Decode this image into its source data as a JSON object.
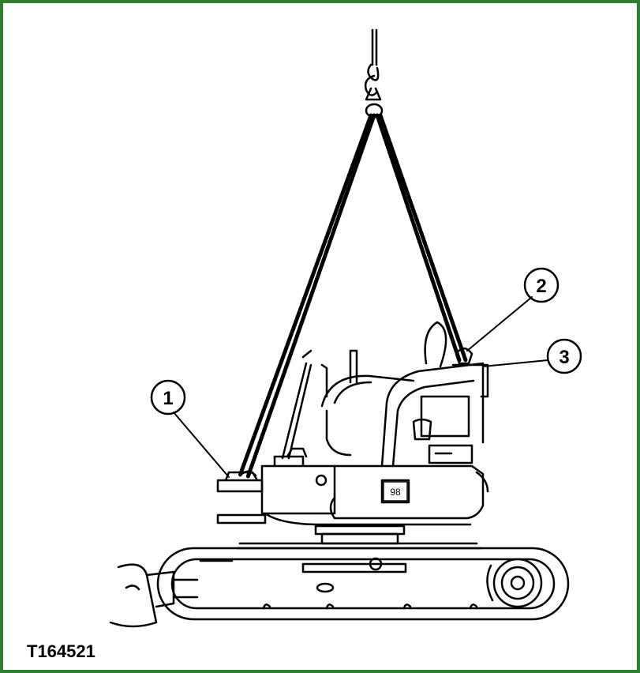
{
  "figure": {
    "id_label": "T164521",
    "border_color": "#2e7d32",
    "cab_number": "98"
  },
  "callouts": [
    {
      "label": "1"
    },
    {
      "label": "2"
    },
    {
      "label": "3"
    }
  ]
}
